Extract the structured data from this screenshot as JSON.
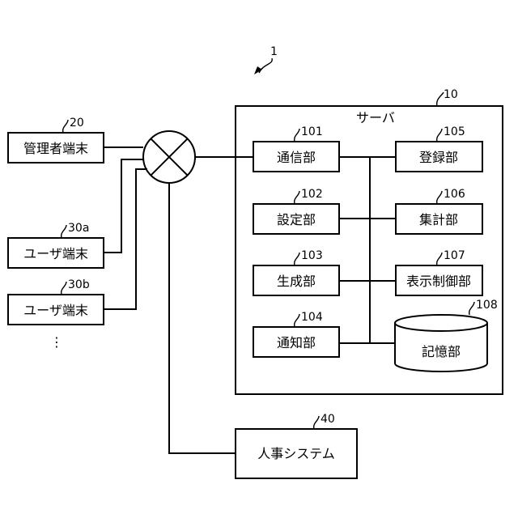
{
  "figure_ref": "1",
  "server": {
    "ref": "10",
    "label": "サーバ"
  },
  "admin_terminal": {
    "ref": "20",
    "label": "管理者端末"
  },
  "user_terminal_a": {
    "ref": "30a",
    "label": "ユーザ端末"
  },
  "user_terminal_b": {
    "ref": "30b",
    "label": "ユーザ端末"
  },
  "ellipsis": "⋮",
  "hr_system": {
    "ref": "40",
    "label": "人事システム"
  },
  "modules": {
    "communication": {
      "ref": "101",
      "label": "通信部"
    },
    "setting": {
      "ref": "102",
      "label": "設定部"
    },
    "generation": {
      "ref": "103",
      "label": "生成部"
    },
    "notification": {
      "ref": "104",
      "label": "通知部"
    },
    "registration": {
      "ref": "105",
      "label": "登録部"
    },
    "aggregation": {
      "ref": "106",
      "label": "集計部"
    },
    "display_control": {
      "ref": "107",
      "label": "表示制御部"
    },
    "storage": {
      "ref": "108",
      "label": "記憶部"
    }
  }
}
